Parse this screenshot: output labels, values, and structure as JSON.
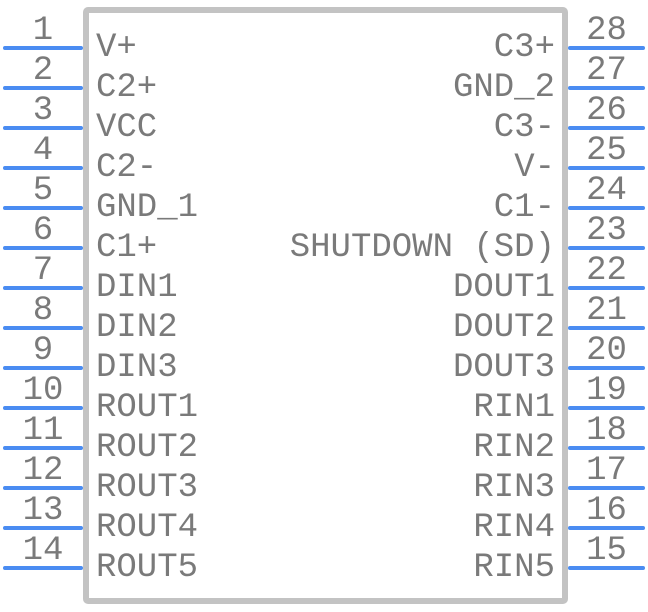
{
  "component": {
    "left_pins": [
      {
        "number": "1",
        "label": "V+"
      },
      {
        "number": "2",
        "label": "C2+"
      },
      {
        "number": "3",
        "label": "VCC"
      },
      {
        "number": "4",
        "label": "C2-"
      },
      {
        "number": "5",
        "label": "GND_1"
      },
      {
        "number": "6",
        "label": "C1+"
      },
      {
        "number": "7",
        "label": "DIN1"
      },
      {
        "number": "8",
        "label": "DIN2"
      },
      {
        "number": "9",
        "label": "DIN3"
      },
      {
        "number": "10",
        "label": "ROUT1"
      },
      {
        "number": "11",
        "label": "ROUT2"
      },
      {
        "number": "12",
        "label": "ROUT3"
      },
      {
        "number": "13",
        "label": "ROUT4"
      },
      {
        "number": "14",
        "label": "ROUT5"
      }
    ],
    "right_pins": [
      {
        "number": "28",
        "label": "C3+"
      },
      {
        "number": "27",
        "label": "GND_2"
      },
      {
        "number": "26",
        "label": "C3-"
      },
      {
        "number": "25",
        "label": "V-"
      },
      {
        "number": "24",
        "label": "C1-"
      },
      {
        "number": "23",
        "label": "SHUTDOWN (SD)"
      },
      {
        "number": "22",
        "label": "DOUT1"
      },
      {
        "number": "21",
        "label": "DOUT2"
      },
      {
        "number": "20",
        "label": "DOUT3"
      },
      {
        "number": "19",
        "label": "RIN1"
      },
      {
        "number": "18",
        "label": "RIN2"
      },
      {
        "number": "17",
        "label": "RIN3"
      },
      {
        "number": "16",
        "label": "RIN4"
      },
      {
        "number": "15",
        "label": "RIN5"
      }
    ]
  },
  "colors": {
    "pin_lead": "#4a8cf2",
    "body_border": "#c3c3c3",
    "text": "#7a7a7a",
    "background": "#ffffff"
  }
}
